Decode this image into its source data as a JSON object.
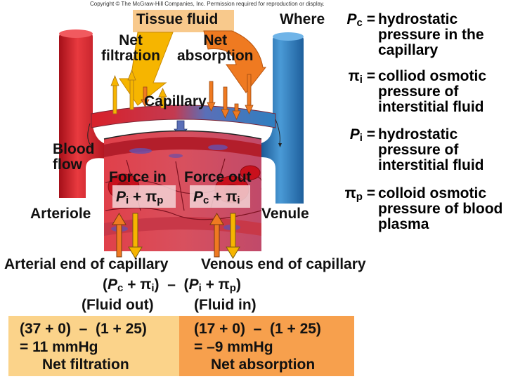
{
  "copyright": "Copyright © The McGraw-Hill Companies, Inc. Permission required for reproduction or display.",
  "labels": {
    "tissue_fluid": "Tissue fluid",
    "net_filtration": "Net\nfiltration",
    "net_absorption": "Net\nabsorption",
    "capillary": "Capillary",
    "blood_flow": "Blood\nflow",
    "arteriole": "Arteriole",
    "venule": "Venule",
    "force_in": "Force in",
    "force_out": "Force out",
    "force_in_formula": "Pi + πp",
    "force_out_formula": "Pc + πi"
  },
  "legend": [
    {
      "symbol": "Pc",
      "description": "hydrostatic pressure in the capillary"
    },
    {
      "symbol": "πi",
      "description": "colliod osmotic pressure of interstitial fluid"
    },
    {
      "symbol": "Pi",
      "description": "hydrostatic pressure of interstitial fluid"
    },
    {
      "symbol": "πp",
      "description": "colloid osmotic pressure of blood plasma"
    }
  ],
  "legend_prefix": "Where",
  "equation": {
    "arterial_heading": "Arterial end of capillary",
    "venous_heading": "Venous end of capillary",
    "formula": "(Pc + πi)  –  (Pi + πp)",
    "fluid_out": "(Fluid out)",
    "fluid_in": "(Fluid in)"
  },
  "results": {
    "arterial_calc": "(37 + 0)  –  (1 + 25)",
    "arterial_value": "= 11 mmHg",
    "arterial_label": "Net filtration",
    "venous_calc": "(17 + 0)  –  (1 + 25)",
    "venous_value": "= –9 mmHg",
    "venous_label": "Net absorption"
  },
  "colors": {
    "arterial_red": "#d8202a",
    "venous_blue": "#2f7fc0",
    "arrow_yellow": "#f6b500",
    "arrow_orange": "#ef7a21",
    "tissue_box": "#f8c98c",
    "result_yellow": "#fbd38a",
    "result_orange": "#f7a04d"
  }
}
